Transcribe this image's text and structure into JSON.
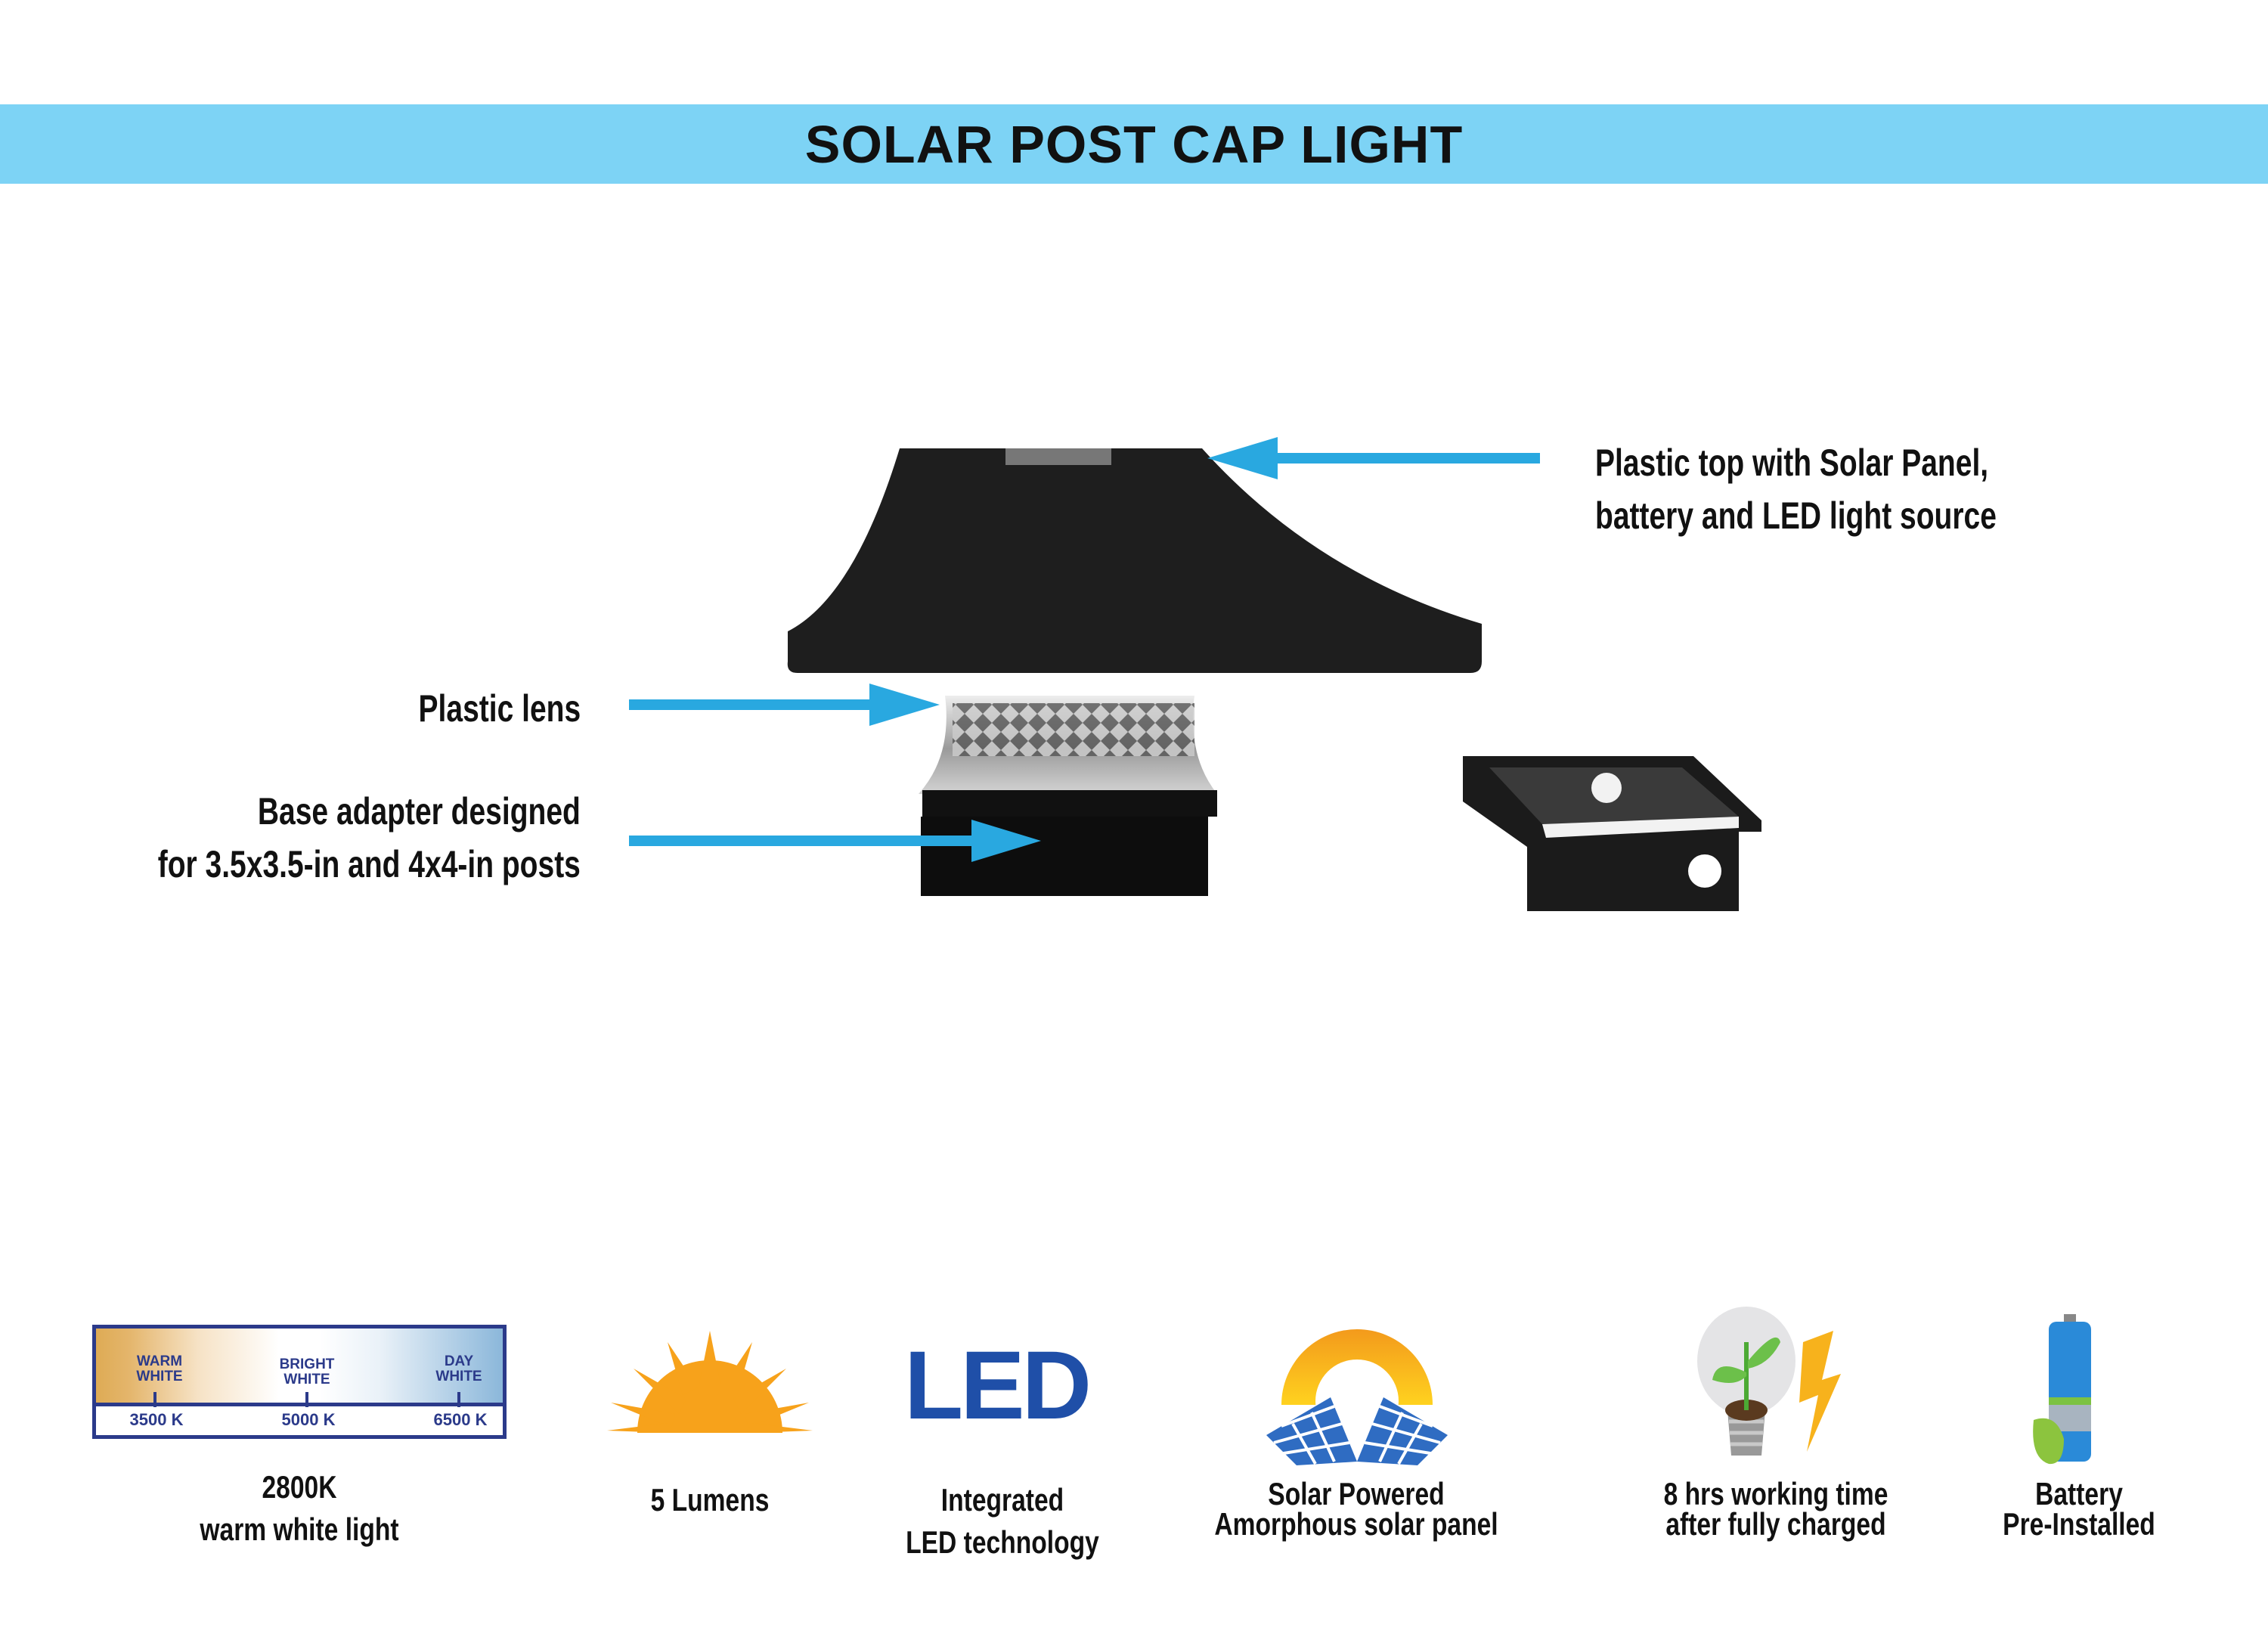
{
  "title": "SOLAR POST CAP LIGHT",
  "callouts": {
    "top": [
      "Plastic top with Solar Panel,",
      "battery and LED light source"
    ],
    "lens": "Plastic lens",
    "base": [
      "Base adapter designed",
      "for 3.5x3.5-in and 4x4-in posts"
    ]
  },
  "color_scale": {
    "labels": [
      [
        "WARM",
        "WHITE"
      ],
      [
        "BRIGHT",
        "WHITE"
      ],
      [
        "DAY",
        "WHITE"
      ]
    ],
    "values": [
      "3500 K",
      "5000 K",
      "6500 K"
    ]
  },
  "features": [
    {
      "icon": "color-temperature-icon",
      "lines": [
        "2800K",
        "warm white light"
      ]
    },
    {
      "icon": "sun-icon",
      "lines": [
        "5 Lumens"
      ]
    },
    {
      "icon": "led-icon",
      "text": "LED",
      "lines": [
        "Integrated",
        "LED technology"
      ]
    },
    {
      "icon": "solar-panel-icon",
      "lines": [
        "Solar Powered",
        "Amorphous solar panel"
      ]
    },
    {
      "icon": "bulb-plant-icon",
      "lines": [
        "8 hrs working time",
        "after fully charged"
      ]
    },
    {
      "icon": "battery-icon",
      "lines": [
        "Battery",
        "Pre-Installed"
      ]
    }
  ],
  "colors": {
    "banner": "#7dd3f5",
    "arrow": "#29a8e0",
    "scale": "#2b3a8a",
    "led": "#1f4fa8"
  }
}
